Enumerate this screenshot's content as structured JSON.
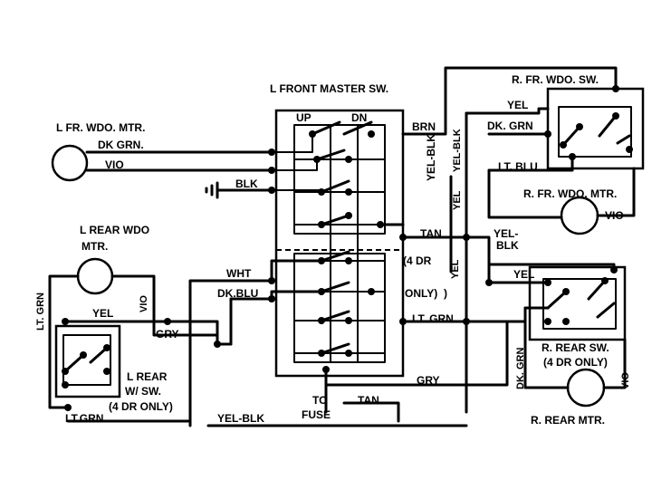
{
  "labels": {
    "l_front_master": "L FRONT MASTER SW.",
    "r_fr_wdo_sw": "R. FR. WDO. SW.",
    "l_fr_wdo_mtr": "L FR. WDO. MTR.",
    "r_fr_wdo_mtr": "R. FR. WDO. MTR.",
    "l_rear_wdo": "L REAR WDO",
    "mtr": "MTR.",
    "l_rear": "L REAR",
    "w_sw": "W/ SW.",
    "four_dr_only_l": "(4 DR ONLY)",
    "r_rear_sw": "R. REAR SW.",
    "four_dr_only_r": "(4 DR ONLY)",
    "r_rear_mtr": "R. REAR MTR.",
    "four_dr": "(4 DR",
    "only": "ONLY)",
    "paren": ")",
    "to": "TO",
    "fuse": "FUSE",
    "up": "UP",
    "dn": "DN"
  },
  "wires": {
    "dk_grn": "DK GRN.",
    "vio": "VIO",
    "blk": "BLK",
    "brn": "BRN",
    "yel_blk": "YEL-BLK",
    "yel": "YEL",
    "dk_grn_r": "DK. GRN",
    "lt_blu": "LT. BLU",
    "vio_r": "VIO",
    "tan": "TAN",
    "yel_blk2": "YEL-",
    "blk2": "BLK",
    "yel_r2": "YEL",
    "wht": "WHT",
    "dk_blu": "DK.BLU",
    "lt_grn": "LT. GRN",
    "gry": "GRY",
    "gry2": "GRY",
    "lt_grn_l": "LT.GRN",
    "yel_blk_bottom": "YEL-BLK",
    "tan_fuse": "TAN",
    "lt_grn_vert": "LT. GRN",
    "yel_l": "YEL",
    "vio_l": "VIO",
    "yel_vert": "YEL",
    "dk_grn_vert": "DK. GRN",
    "vio_rr": "VIO",
    "yel_blk_vert": "YEL-BLK",
    "yel_vert2": "YEL"
  }
}
